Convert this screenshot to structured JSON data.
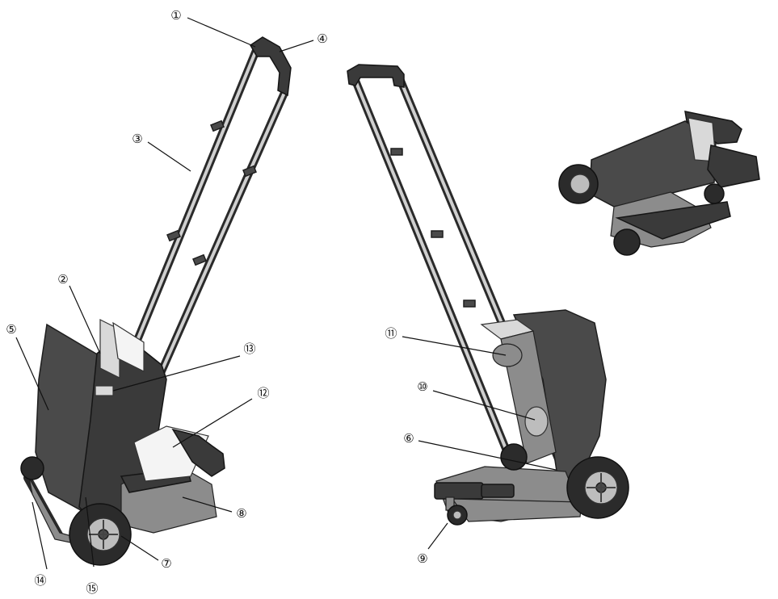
{
  "callouts": [
    {
      "id": "1",
      "label": "①"
    },
    {
      "id": "2",
      "label": "②"
    },
    {
      "id": "3",
      "label": "③"
    },
    {
      "id": "4",
      "label": "④"
    },
    {
      "id": "5",
      "label": "⑤"
    },
    {
      "id": "6",
      "label": "⑥"
    },
    {
      "id": "7",
      "label": "⑦"
    },
    {
      "id": "8",
      "label": "⑧"
    },
    {
      "id": "9",
      "label": "⑨"
    },
    {
      "id": "10",
      "label": "⑩"
    },
    {
      "id": "11",
      "label": "⑪"
    },
    {
      "id": "12",
      "label": "⑫"
    },
    {
      "id": "13",
      "label": "⑬"
    },
    {
      "id": "14",
      "label": "⑭"
    },
    {
      "id": "15",
      "label": "⑮"
    }
  ],
  "colors": {
    "body": "#4a4a4a",
    "tire": "#2b2b2b",
    "metal": "#bdbdbd",
    "background": "#ffffff"
  }
}
